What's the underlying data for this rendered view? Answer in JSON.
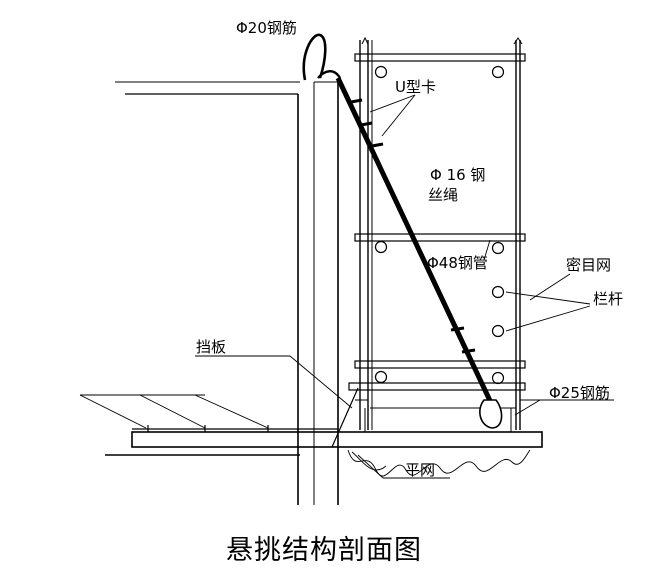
{
  "labels": {
    "rebar20": "Φ20钢筋",
    "u_clamp": "U型卡",
    "wire_rope_1": "Φ 16 钢",
    "wire_rope_2": "丝绳",
    "steel_pipe": "Φ48钢管",
    "mesh": "密目网",
    "railing": "栏杆",
    "baffle": "挡板",
    "rebar25": "Φ25钢筋",
    "flat_net": "平网"
  },
  "caption": "悬挑结构剖面图"
}
